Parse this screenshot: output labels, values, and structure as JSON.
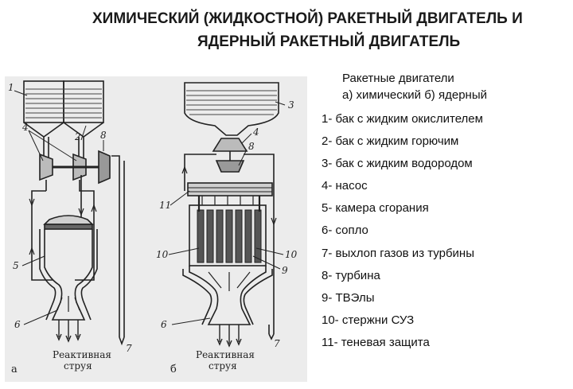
{
  "title": {
    "line1": "ХИМИЧЕСКИЙ (ЖИДКОСТНОЙ) РАКЕТНЫЙ ДВИГАТЕЛЬ И",
    "line2": "ЯДЕРНЫЙ РАКЕТНЫЙ ДВИГАТЕЛЬ"
  },
  "legend": {
    "heading": "Ракетные двигатели",
    "subheading": "а) химический б) ядерный",
    "items": [
      "1- бак с жидким окислителем",
      "2- бак с жидким горючим",
      "3- бак с жидким водородом",
      "4- насос",
      "5- камера сгорания",
      "6- сопло",
      "7- выхлоп газов из турбины",
      "8- турбина",
      "9- ТВЭлы",
      "10- стержни СУЗ",
      "11- теневая защита"
    ]
  },
  "figure": {
    "panel_a_letter": "а",
    "panel_b_letter": "б",
    "jet_line1": "Реактивная",
    "jet_line2": "струя",
    "callouts_a": [
      "1",
      "2",
      "4",
      "8",
      "5",
      "6",
      "7"
    ],
    "callouts_b": [
      "3",
      "4",
      "8",
      "11",
      "10",
      "10",
      "9",
      "6",
      "7"
    ]
  }
}
